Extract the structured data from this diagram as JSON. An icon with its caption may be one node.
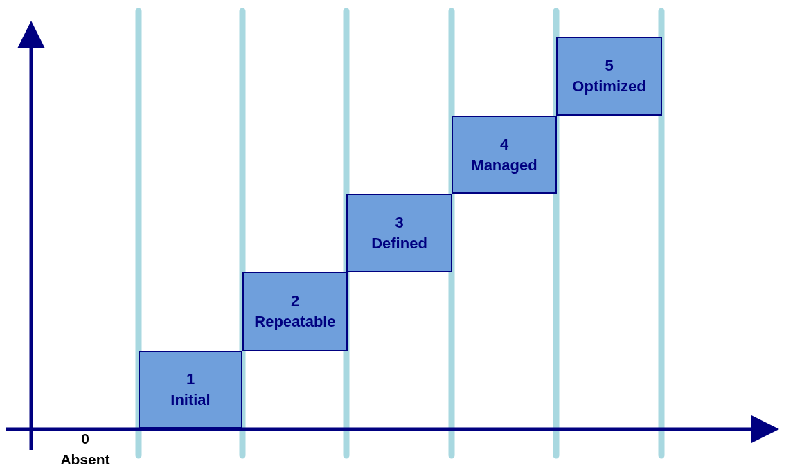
{
  "diagram": {
    "nodes": [
      {
        "text": [
          "1",
          "Initial"
        ]
      },
      {
        "text": [
          "2",
          "Repeatable"
        ]
      },
      {
        "text": [
          "3",
          "Defined"
        ]
      },
      {
        "text": [
          "4",
          "Managed"
        ]
      },
      {
        "text": [
          "5",
          "Optimized"
        ]
      }
    ],
    "labels": [
      "0",
      "Absent"
    ]
  }
}
